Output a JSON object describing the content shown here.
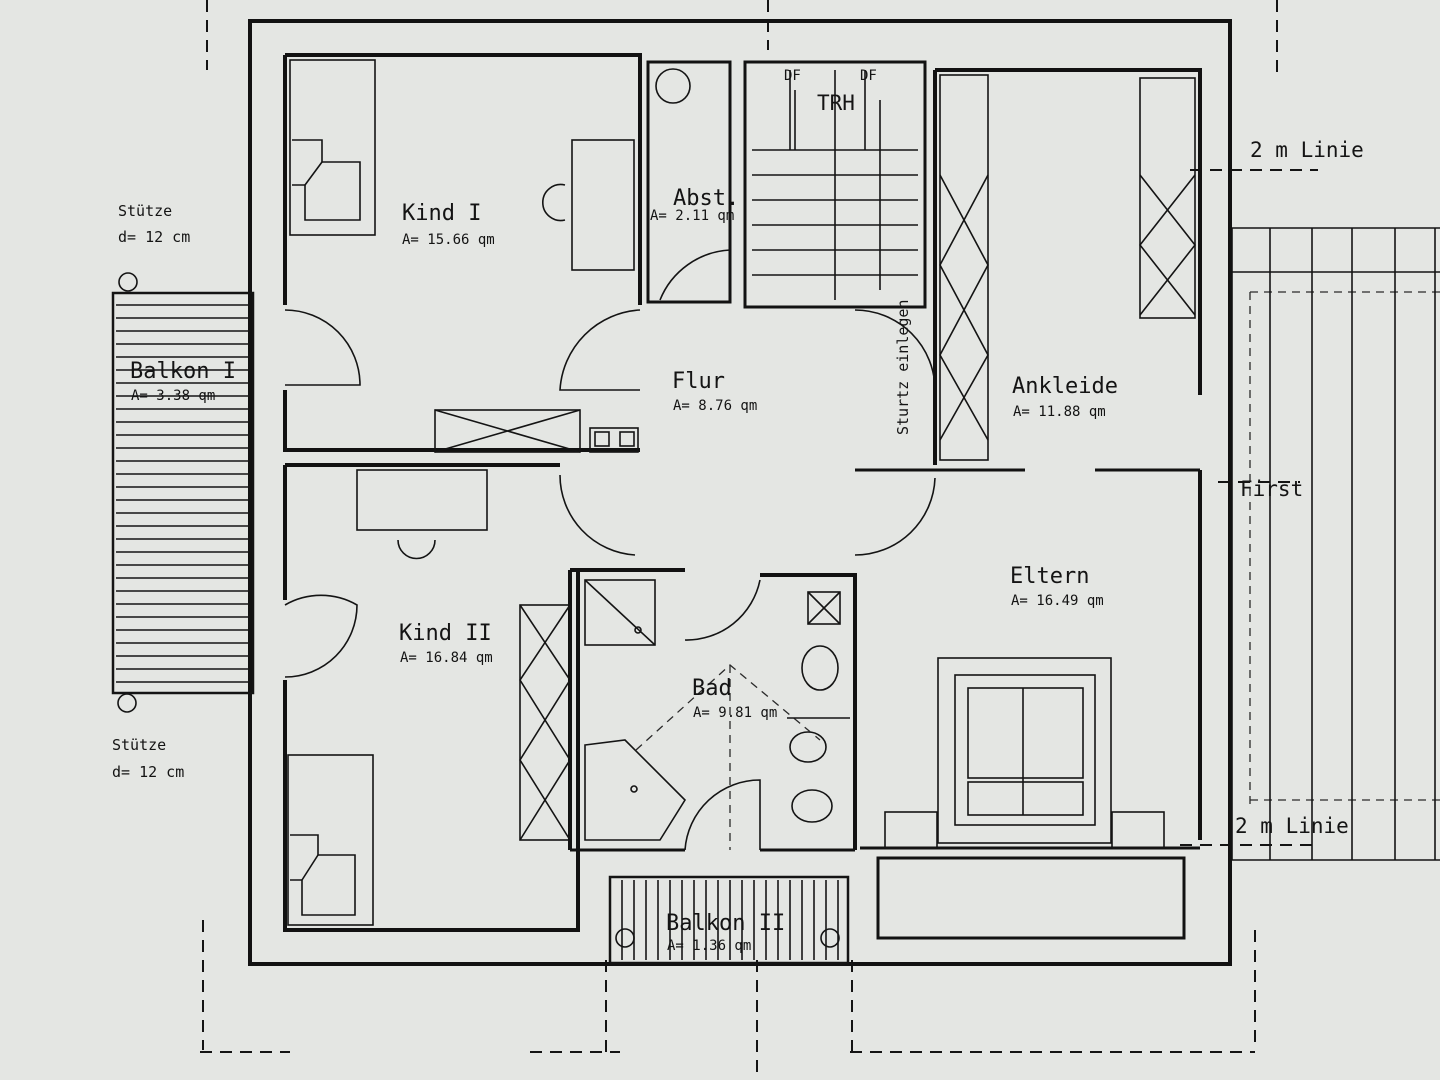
{
  "background_color": "#e4e6e3",
  "ink_color": "#141414",
  "rooms": {
    "kind1": {
      "name": "Kind I",
      "area": "A= 15.66 qm"
    },
    "kind2": {
      "name": "Kind II",
      "area": "A= 16.84 qm"
    },
    "abst": {
      "name": "Abst.",
      "area": "A= 2.11 qm"
    },
    "flur": {
      "name": "Flur",
      "area": "A= 8.76 qm"
    },
    "ankleide": {
      "name": "Ankleide",
      "area": "A= 11.88 qm"
    },
    "eltern": {
      "name": "Eltern",
      "area": "A= 16.49 qm"
    },
    "bad": {
      "name": "Bad",
      "area": "A= 9.81 qm"
    },
    "balkon1": {
      "name": "Balkon I",
      "area": "A= 3.38 qm"
    },
    "balkon2": {
      "name": "Balkon II",
      "area": "A= 1.36 qm"
    }
  },
  "labels": {
    "trh": "TRH",
    "df_left": "DF",
    "df_right": "DF",
    "sturz": "Sturtz einlegen",
    "linie_top": "2 m Linie",
    "linie_bottom": "2 m Linie",
    "first": "First",
    "stuetze_top": "Stütze",
    "stuetze_top_dim": "d= 12 cm",
    "stuetze_bottom": "Stütze",
    "stuetze_bottom_dim": "d= 12 cm"
  }
}
